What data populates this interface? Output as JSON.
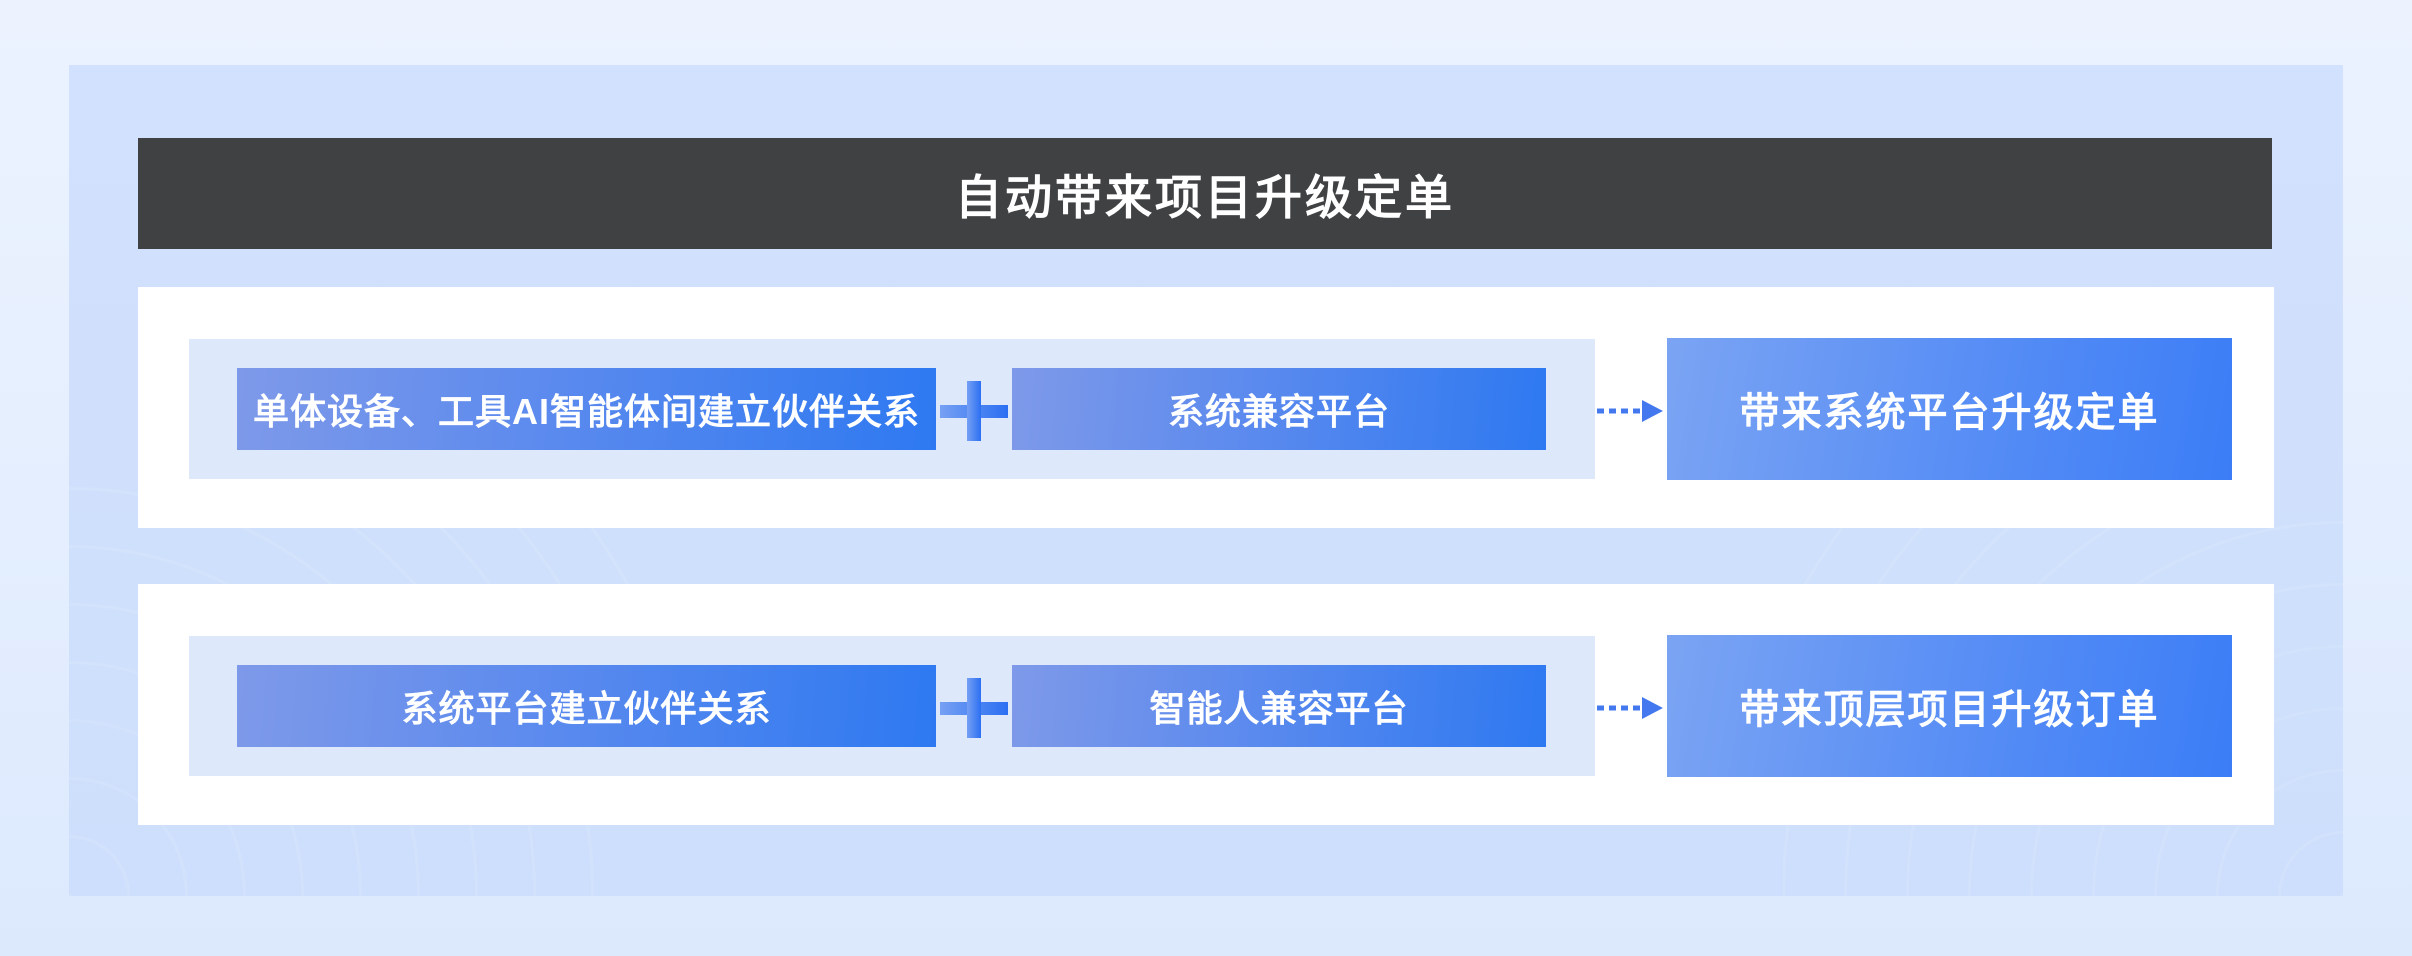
{
  "header": {
    "title": "自动带来项目升级定单"
  },
  "rows": [
    {
      "inputs": [
        "单体设备、工具AI智能体间建立伙伴关系",
        "系统兼容平台"
      ],
      "result": "带来系统平台升级定单"
    },
    {
      "inputs": [
        "系统平台建立伙伴关系",
        "智能人兼容平台"
      ],
      "result": "带来顶层项目升级订单"
    }
  ],
  "icons": {
    "plus": "plus-icon",
    "arrow": "dashed-arrow-icon"
  },
  "colors": {
    "page_bg_top": "#ecf3ff",
    "page_bg_bottom": "#dce9fd",
    "panel_bg": "#cfe0fc",
    "header_bg": "#3f4143",
    "header_text": "#ffffff",
    "card_bg": "#ffffff",
    "strip_bg": "#dde8fb",
    "step_box_gradient_start": "#7e99e9",
    "step_box_gradient_end": "#2e79f1",
    "result_box_gradient_start": "#7ba4f3",
    "result_box_gradient_end": "#3b7df6",
    "plus_gradient_start": "#76a0f3",
    "plus_gradient_end": "#2b6ff2",
    "arrow_color": "#4478ef",
    "box_text": "#ffffff"
  }
}
